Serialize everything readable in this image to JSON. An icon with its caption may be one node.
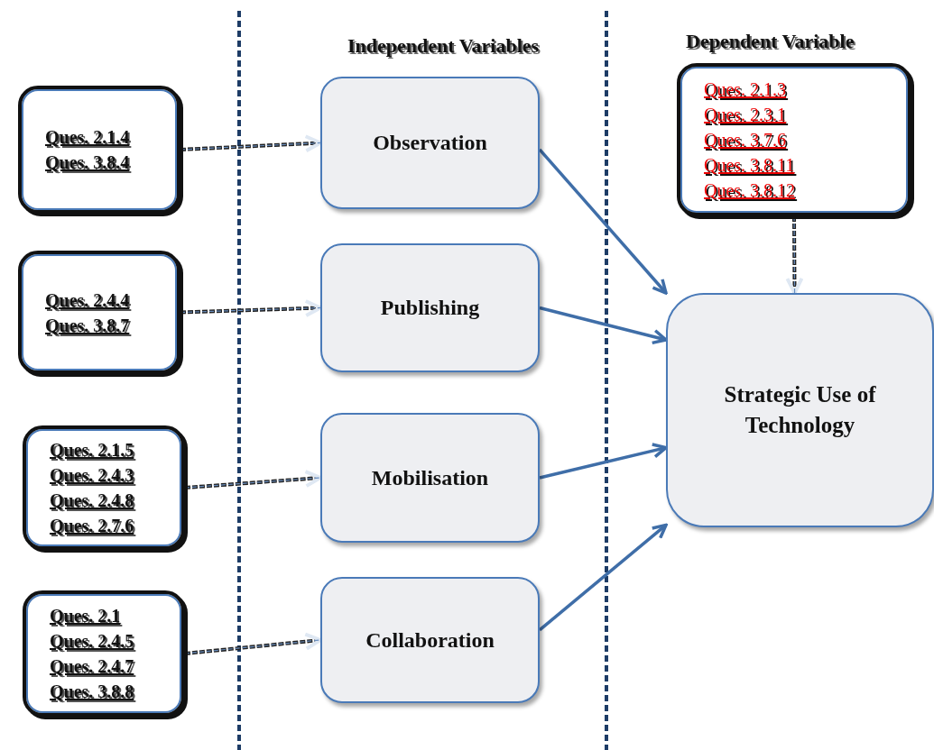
{
  "diagram": {
    "nodes": [
      {
        "text": [
          "Ques. 2.1.4",
          "Ques. 3.8.4"
        ]
      },
      {
        "text": [
          "Ques. 2.4.4",
          "Ques. 3.8.7"
        ]
      },
      {
        "text": [
          "Ques. 2.1.5",
          "Ques. 2.4.3",
          "Ques. 2.4.8",
          "Ques. 2.7.6"
        ]
      },
      {
        "text": [
          "Ques. 2.1",
          "Ques. 2.4.5",
          "Ques. 2.4.7",
          "Ques. 3.8.8"
        ]
      },
      {
        "text": [
          "Observation"
        ]
      },
      {
        "text": [
          "Publishing"
        ]
      },
      {
        "text": [
          "Mobilisation"
        ]
      },
      {
        "text": [
          "Collaboration"
        ]
      },
      {
        "text": [
          "Ques. 2.1.3",
          "Ques. 2.3.1",
          "Ques. 3.7.6",
          "Ques. 3.8.11",
          "Ques. 3.8.12"
        ]
      },
      {
        "text": [
          "Strategic Use of Technology"
        ]
      }
    ],
    "edges": [
      {
        "from": 0,
        "to": 4,
        "arrow": "to",
        "style": "dashed"
      },
      {
        "from": 1,
        "to": 5,
        "arrow": "to",
        "style": "dashed"
      },
      {
        "from": 2,
        "to": 6,
        "arrow": "to",
        "style": "dashed"
      },
      {
        "from": 3,
        "to": 7,
        "arrow": "to",
        "style": "dashed"
      },
      {
        "from": 4,
        "to": 9,
        "arrow": "to",
        "color": "#3f6ea8"
      },
      {
        "from": 5,
        "to": 9,
        "arrow": "to",
        "color": "#3f6ea8"
      },
      {
        "from": 6,
        "to": 9,
        "arrow": "to",
        "color": "#3f6ea8"
      },
      {
        "from": 7,
        "to": 9,
        "arrow": "to",
        "color": "#3f6ea8"
      },
      {
        "from": 8,
        "to": 9,
        "arrow": "to",
        "style": "dashed"
      }
    ],
    "labels": [
      "Independent Variables",
      "Dependent Variable"
    ]
  }
}
